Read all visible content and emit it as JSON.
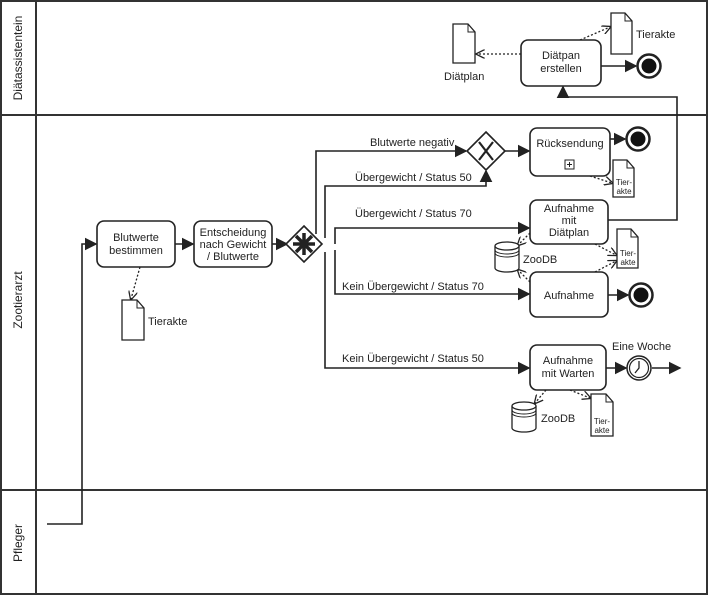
{
  "lanes": [
    "Diätassistentein",
    "Zootierarzt",
    "Pfleger"
  ],
  "tasks": {
    "diaetplan_erstellen": [
      "Diätpan",
      "erstellen"
    ],
    "blutwerte_bestimmen": [
      "Blutwerte",
      "bestimmen"
    ],
    "entscheidung": [
      "Entscheidung",
      "nach Gewicht",
      "/ Blutwerte"
    ],
    "ruecksendung": [
      "Rücksendung"
    ],
    "aufnahme_diaetplan": [
      "Aufnahme",
      "mit",
      "Diätplan"
    ],
    "aufnahme": [
      "Aufnahme"
    ],
    "aufnahme_warten": [
      "Aufnahme",
      "mit Warten"
    ]
  },
  "flows": {
    "blutwerte_negativ": "Blutwerte negativ",
    "uebergewicht_50": "Übergewicht / Status 50",
    "uebergewicht_70": "Übergewicht / Status 70",
    "kein_uebergewicht_70": "Kein Übergewicht / Status 70",
    "kein_uebergewicht_50": "Kein Übergewicht / Status 50"
  },
  "artifacts": {
    "diaetplan": "Diätplan",
    "tierakte": "Tierakte",
    "tierakte_split": [
      "Tier-",
      "akte"
    ],
    "zoodb": "ZooDB"
  },
  "timer_label": "Eine Woche",
  "icons": {
    "complex_gateway": "asterisk",
    "exclusive_gateway": "X",
    "subprocess_marker": "plus-box",
    "timer": "clock"
  }
}
